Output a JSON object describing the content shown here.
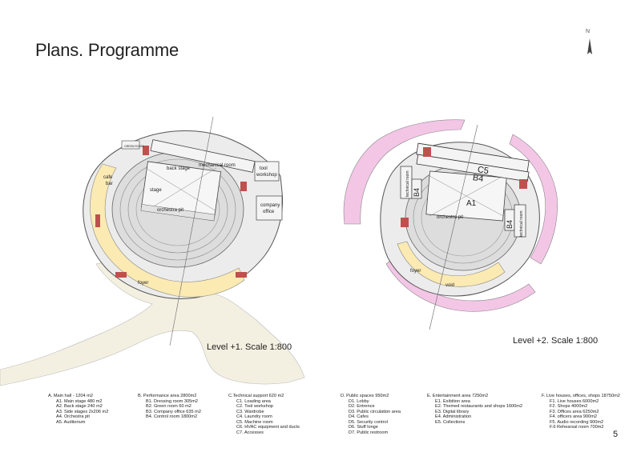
{
  "page": {
    "title": "Plans. Programme",
    "north_label": "N",
    "page_number": "5"
  },
  "plan1": {
    "scale_label": "Level +1. Scale 1:800",
    "labels": {
      "green_room": "GREEN ROOM",
      "back_stage": "back stage",
      "mechanical_room": "mechanical room",
      "tool_workshop_1": "tool",
      "tool_workshop_2": "workshop",
      "cafe": "cafe",
      "bar": "bar",
      "stage": "stage",
      "orchestra_pit": "orchestra pit",
      "company": "company",
      "office": "office",
      "foyer": "foyer"
    }
  },
  "plan2": {
    "scale_label": "Level +2. Scale 1:800",
    "labels": {
      "c5": "C5",
      "b4_top": "B4",
      "technical_room_left": "technical room",
      "b4_left": "B4",
      "a1": "A1",
      "orchestra_pit": "orchestra pit",
      "b4_right": "B4",
      "technical_room_right": "technical room",
      "foyer": "foyer",
      "void": "void"
    }
  },
  "legend": [
    {
      "heading": "A. Main hall - 1204 m2",
      "items": [
        "A1. Main stage 480 m2",
        "A2. Back stage 240 m2",
        "A3. Side stages 2x206 m2",
        "A4. Orchestra pit",
        "A5. Auditorium"
      ]
    },
    {
      "heading": "B. Performance area 2800m2",
      "items": [
        "B1. Dressing room 305m2",
        "B2. Green room 60 m2",
        "B3. Company office 635 m2",
        "B4. Control room 1800m2"
      ]
    },
    {
      "heading": "C.Technical support 620 m2",
      "items": [
        "C1. Loading area",
        "C2. Tool workshop",
        "C3. Wardrobe",
        "C4. Laundry room",
        "C5. Machine room",
        "C6. HVAC equipment and ducts",
        "C7. Accesses"
      ]
    },
    {
      "heading": "D. Public spaces 950m2",
      "items": [
        "D1. Lobby",
        "D2. Entrence",
        "D3. Public circulation area",
        "D4. Cafes",
        "D5. Security control",
        "D6. Stuff longe",
        "D7. Public restroom"
      ]
    },
    {
      "heading": "E. Entertainment area 7250m2",
      "items": [
        "E1. Exibition area",
        "E2. Themed restaurants and shops 1600m2",
        "E3. Digital library",
        "E4. Administration",
        "E5. Collections"
      ]
    },
    {
      "heading": "F. Live houses, offices, shops 18750m2",
      "items": [
        "F1. Live houses 6000m2",
        "F2. Shops 4000m2",
        "F3. Offices area 6250m2",
        "F4. officers area 900m2",
        "F5. Audio recording 900m2",
        "F.6 Rehearsal room 700m2"
      ]
    }
  ]
}
